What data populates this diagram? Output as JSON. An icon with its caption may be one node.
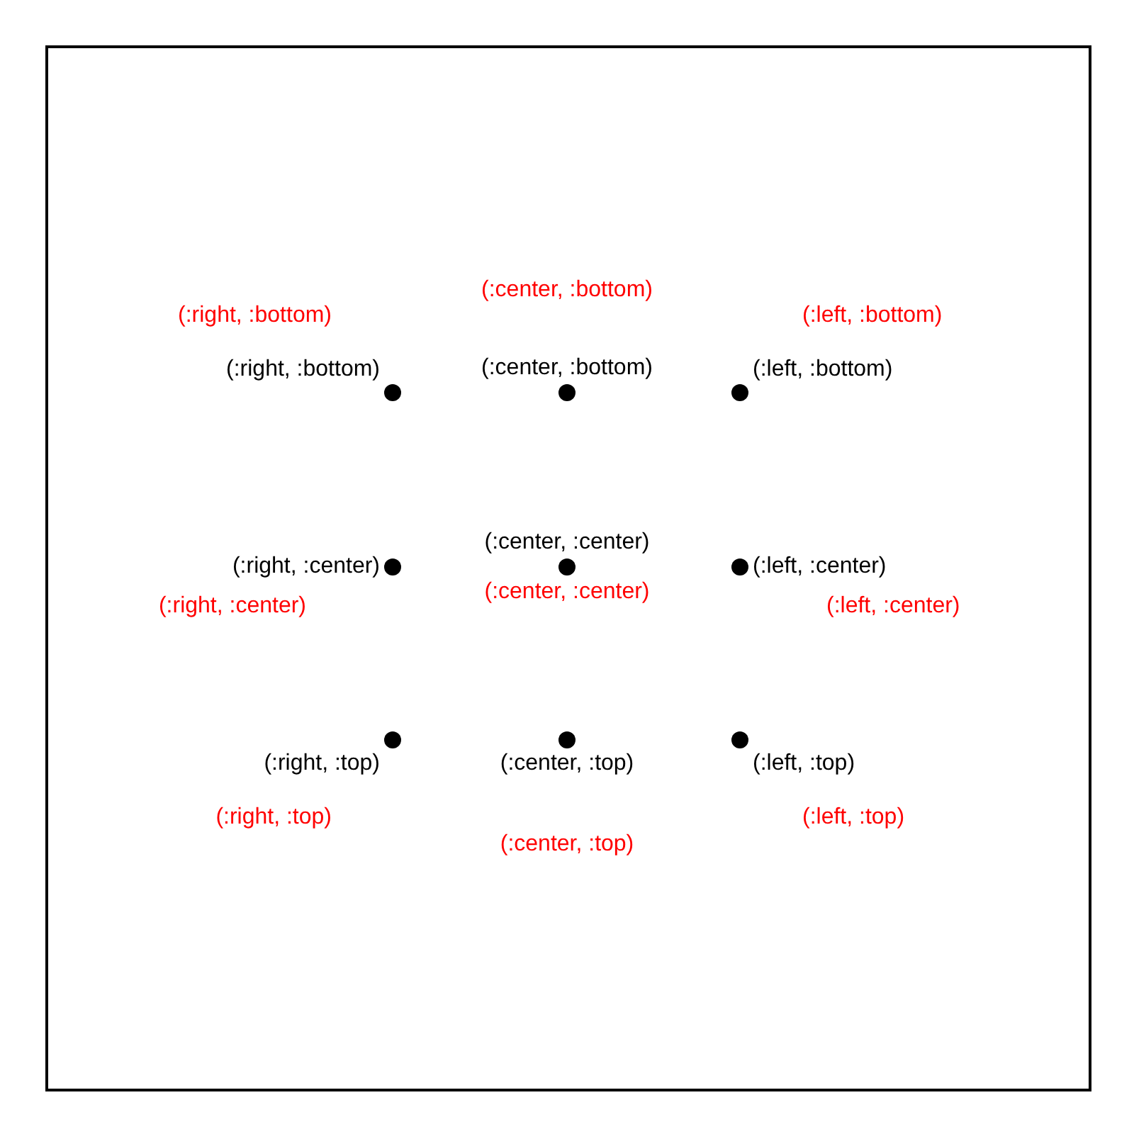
{
  "diagram": {
    "labels": [
      "(:center, :bottom)",
      "(:right, :bottom)",
      "(:left, :bottom)",
      "(:right, :bottom)",
      "(:center, :bottom)",
      "(:left, :bottom)",
      "(:right, :center)",
      "(:right, :center)",
      "(:center, :center)",
      "(:center, :center)",
      "(:left, :center)",
      "(:left, :center)",
      "(:right, :top)",
      "(:center, :top)",
      "(:left, :top)",
      "(:right, :top)",
      "(:left, :top)",
      "(:center, :top)"
    ]
  }
}
